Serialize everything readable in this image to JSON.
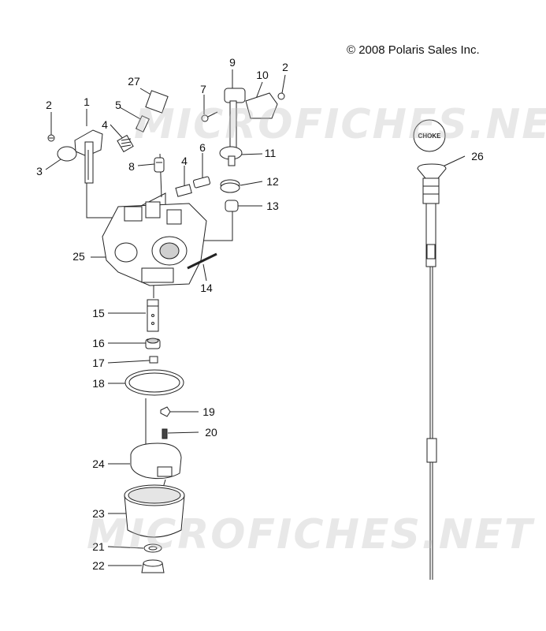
{
  "copyright": "© 2008 Polaris Sales Inc.",
  "watermark": "MICROFICHES.NET",
  "choke_label": "CHOKE",
  "callouts": [
    "1",
    "2",
    "2",
    "3",
    "4",
    "4",
    "5",
    "6",
    "7",
    "8",
    "9",
    "10",
    "11",
    "12",
    "13",
    "14",
    "15",
    "16",
    "17",
    "18",
    "19",
    "20",
    "21",
    "22",
    "23",
    "24",
    "25",
    "26",
    "27"
  ],
  "colors": {
    "line": "#222222",
    "part_fill": "#ffffff",
    "shade": "#cfcfcf",
    "watermark": "#bebebe"
  }
}
